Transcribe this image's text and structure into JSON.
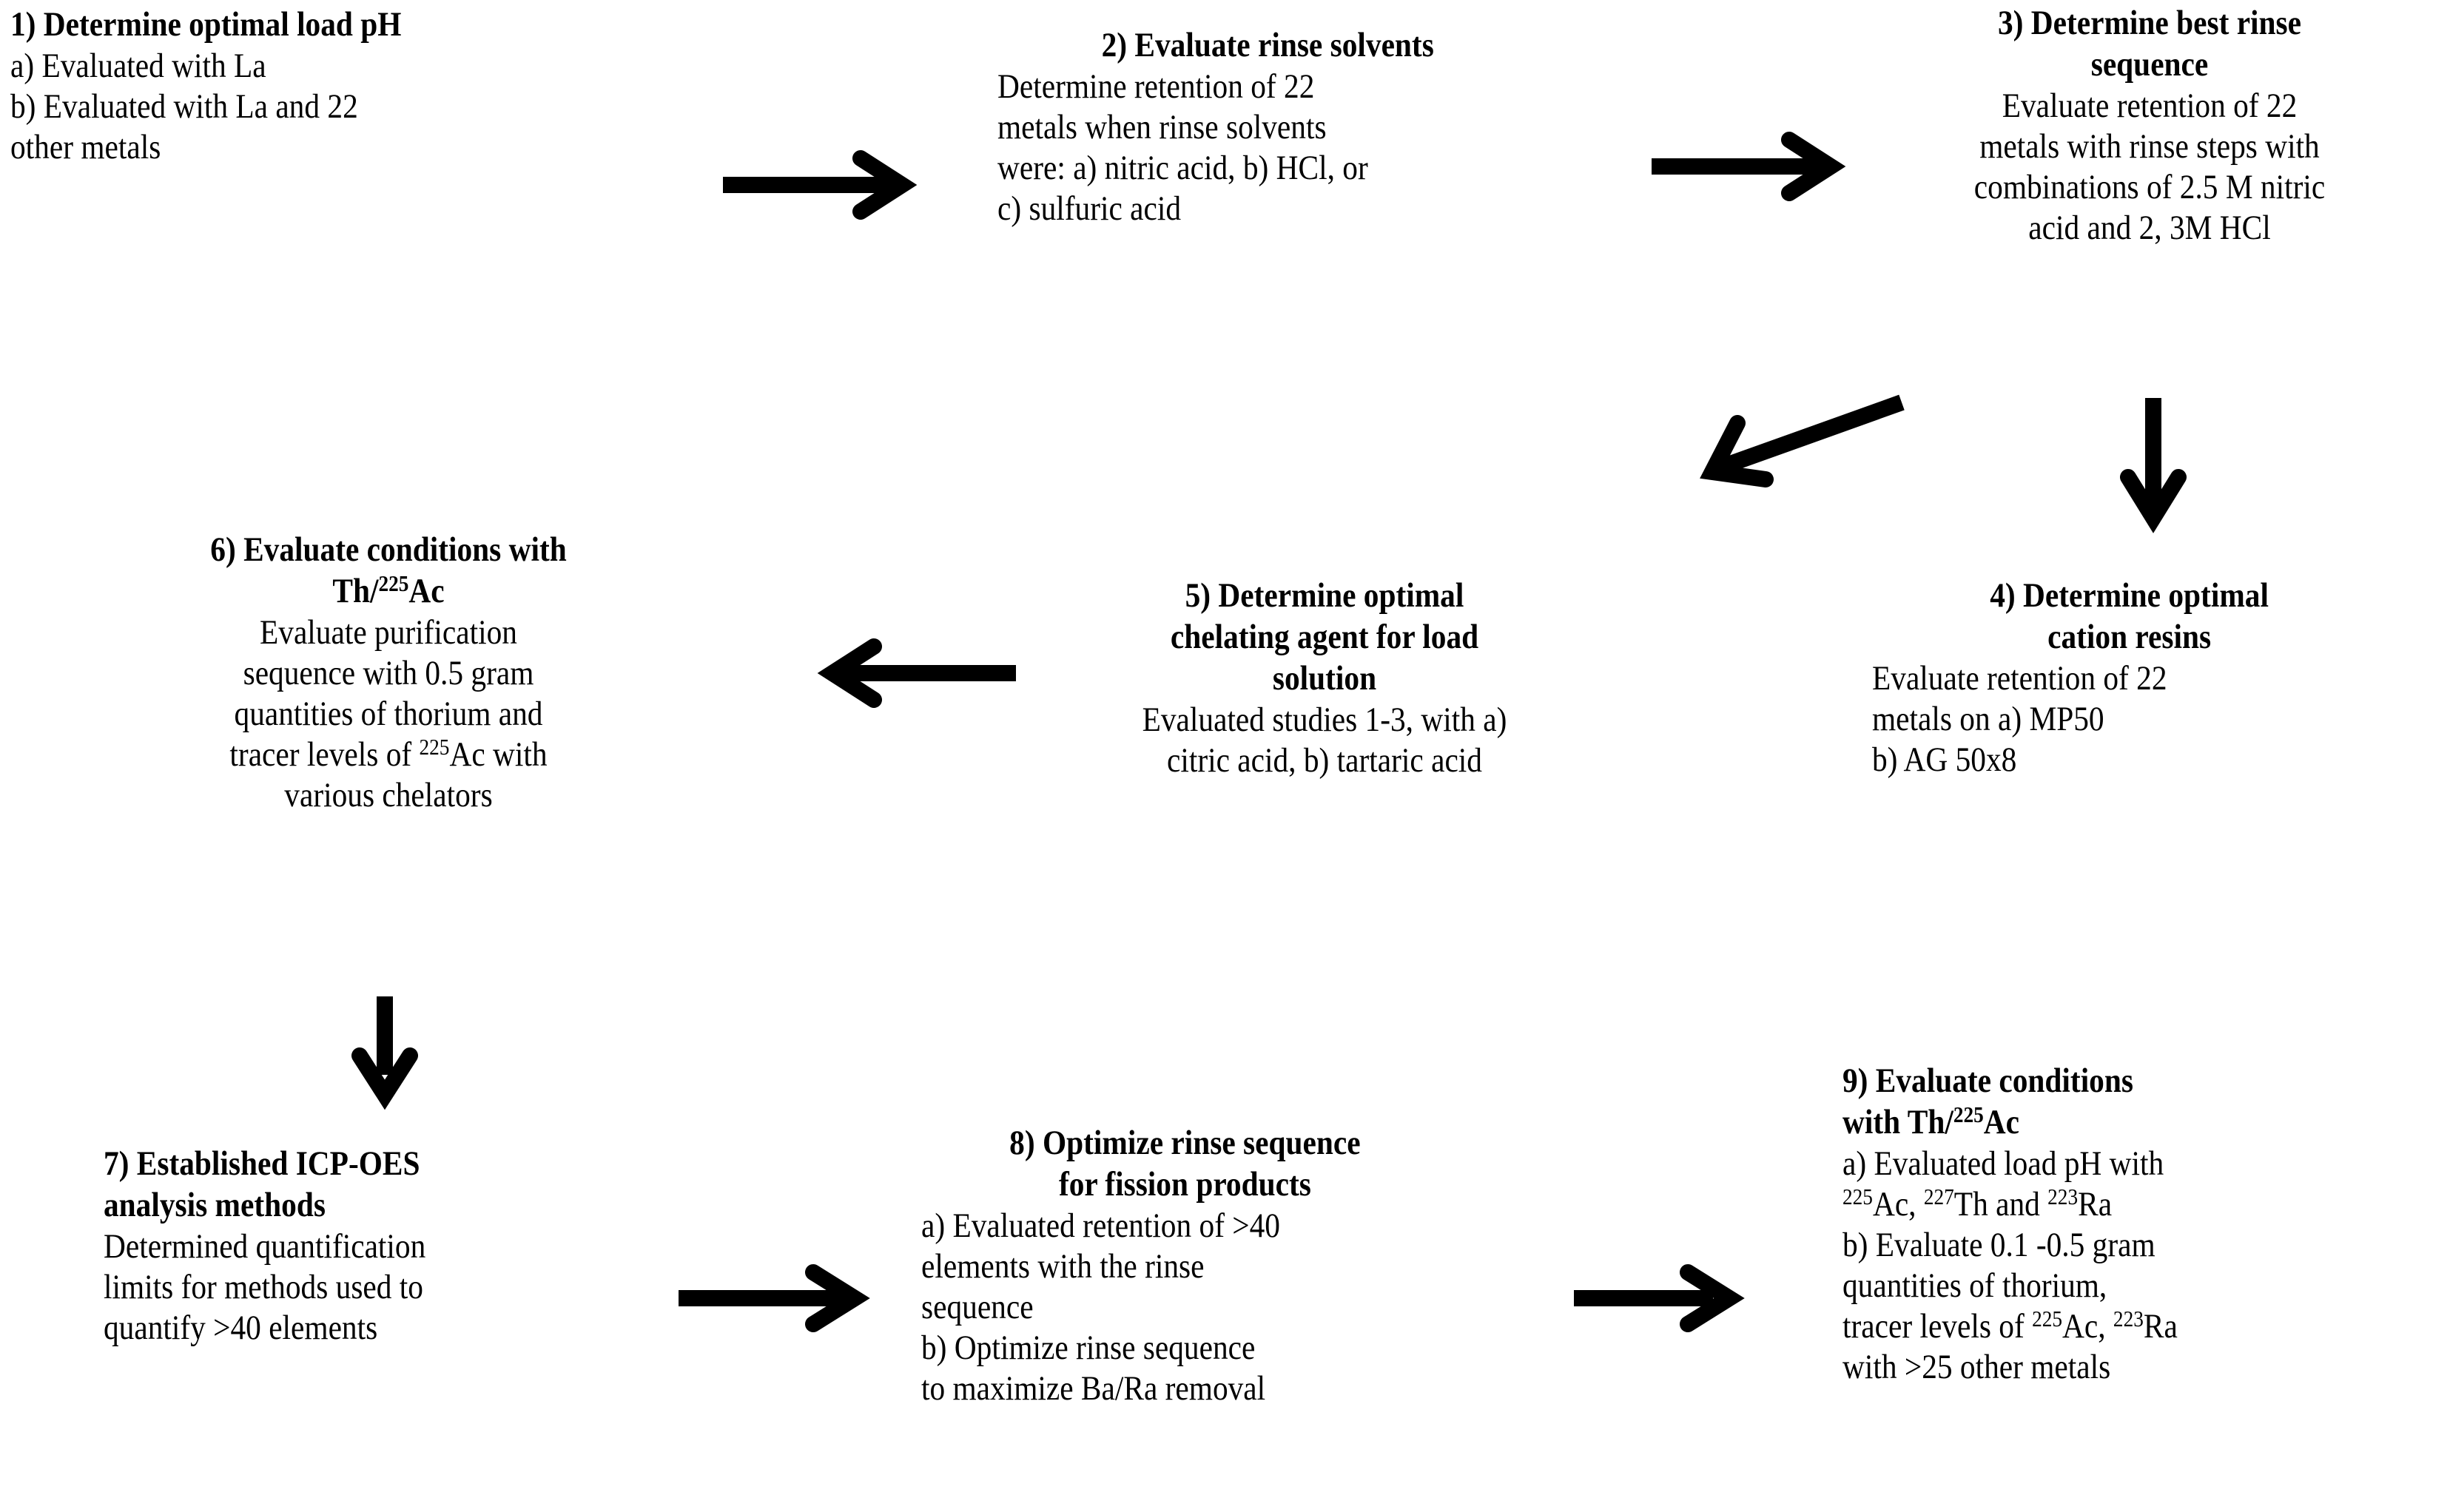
{
  "diagram": {
    "type": "flowchart",
    "title": "Nine-step experimental development sequence for thorium / actinium-225 purification",
    "background_color": "#ffffff",
    "text_color": "#000000",
    "arrow_color": "#000000",
    "nodes": [
      {
        "id": "step-1",
        "number": "1)",
        "title": "1) Determine optimal load pH",
        "align": "left",
        "lines": [
          "a) Evaluated with La",
          "b) Evaluated with La and 22",
          "other metals"
        ]
      },
      {
        "id": "step-2",
        "number": "2)",
        "title": "2) Evaluate rinse solvents",
        "align": "left",
        "lines": [
          "Determine retention of 22",
          "metals when rinse solvents",
          "were: a) nitric acid, b) HCl,  or",
          "c) sulfuric acid"
        ]
      },
      {
        "id": "step-3",
        "number": "3)",
        "title": "3) Determine best rinse sequence",
        "align": "center",
        "lines": [
          "Evaluate retention of 22",
          "metals with rinse steps with",
          "combinations of 2.5 M nitric",
          "acid and 2, 3M HCl"
        ]
      },
      {
        "id": "step-4",
        "number": "4)",
        "title": "4) Determine optimal cation resins",
        "align": "left",
        "lines": [
          "Evaluate retention of 22",
          "metals on a) MP50",
          "b) AG 50x8"
        ]
      },
      {
        "id": "step-5",
        "number": "5)",
        "title": "5) Determine optimal chelating agent for load solution",
        "align": "center",
        "lines": [
          "Evaluated studies 1-3, with a)",
          "citric acid, b) tartaric acid"
        ]
      },
      {
        "id": "step-6",
        "number": "6)",
        "title_html": "6) Evaluate conditions with Th/<sup>225</sup>Ac",
        "align": "center",
        "lines_html": [
          "Evaluate purification",
          "sequence with 0.5 gram",
          "quantities of thorium and",
          "tracer levels of <sup>225</sup>Ac with",
          "various chelators"
        ]
      },
      {
        "id": "step-7",
        "number": "7)",
        "title": "7) Established ICP-OES analysis methods",
        "align": "left",
        "lines": [
          "Determined quantification",
          "limits for methods used to",
          "quantify >40 elements"
        ]
      },
      {
        "id": "step-8",
        "number": "8)",
        "title": "8) Optimize rinse sequence for fission products",
        "align": "center",
        "lines": [
          "a) Evaluated retention of >40",
          "elements with the rinse",
          "sequence",
          "b)  Optimize rinse sequence",
          "to maximize Ba/Ra removal"
        ]
      },
      {
        "id": "step-9",
        "number": "9)",
        "title_html": "9) Evaluate conditions with Th/<sup>225</sup>Ac",
        "align": "left",
        "lines_html": [
          "a) Evaluated load pH with",
          "<sup>225</sup>Ac, <sup>227</sup>Th and <sup>223</sup>Ra",
          "b) Evaluate 0.1 -0.5 gram",
          "quantities of thorium,",
          "tracer levels of <sup>225</sup>Ac, <sup>223</sup>Ra",
          "with >25 other metals"
        ]
      }
    ],
    "edges": [
      {
        "id": "edge-1-2",
        "from": "step-1",
        "to": "step-2",
        "direction": "right"
      },
      {
        "id": "edge-2-3",
        "from": "step-2",
        "to": "step-3",
        "direction": "right"
      },
      {
        "id": "edge-3-4",
        "from": "step-3",
        "to": "step-4",
        "direction": "down"
      },
      {
        "id": "edge-3-5",
        "from": "step-3",
        "to": "step-5",
        "direction": "down-left-diagonal"
      },
      {
        "id": "edge-5-6",
        "from": "step-5",
        "to": "step-6",
        "direction": "left"
      },
      {
        "id": "edge-6-7",
        "from": "step-6",
        "to": "step-7",
        "direction": "down"
      },
      {
        "id": "edge-7-8",
        "from": "step-7",
        "to": "step-8",
        "direction": "right"
      },
      {
        "id": "edge-8-9",
        "from": "step-8",
        "to": "step-9",
        "direction": "right"
      }
    ]
  },
  "boxes": {
    "b1": {
      "title": "1) Determine optimal load pH",
      "l1": "a) Evaluated with La",
      "l2": "b) Evaluated with La and 22",
      "l3": "other metals"
    },
    "b2": {
      "title": "2) Evaluate rinse solvents",
      "l1": "Determine retention of 22",
      "l2": "metals when rinse solvents",
      "l3": "were: a) nitric acid, b) HCl,  or",
      "l4": "c) sulfuric acid"
    },
    "b3": {
      "title1": "3) Determine best rinse",
      "title2": "sequence",
      "l1": "Evaluate retention of 22",
      "l2": "metals with rinse steps with",
      "l3": "combinations of 2.5 M nitric",
      "l4": "acid and 2, 3M HCl"
    },
    "b4": {
      "title1": "4) Determine optimal",
      "title2": "cation resins",
      "l1": "Evaluate retention of 22",
      "l2": "metals on a) MP50",
      "l3": "b) AG 50x8"
    },
    "b5": {
      "title1": "5) Determine optimal",
      "title2": "chelating agent for load",
      "title3": "solution",
      "l1": "Evaluated studies 1-3, with a)",
      "l2": "citric acid, b) tartaric acid"
    },
    "b6": {
      "title1": "6) Evaluate conditions with",
      "title2_pre": "Th/",
      "title2_sup": "225",
      "title2_post": "Ac",
      "l1": "Evaluate purification",
      "l2": "sequence with 0.5 gram",
      "l3": "quantities of thorium and",
      "l4_pre": "tracer levels of ",
      "l4_sup": "225",
      "l4_post": "Ac with",
      "l5": "various chelators"
    },
    "b7": {
      "title1": "7) Established ICP-OES",
      "title2": "analysis methods",
      "l1": "Determined quantification",
      "l2": "limits for methods used to",
      "l3": "quantify >40 elements"
    },
    "b8": {
      "title1": "8) Optimize rinse sequence",
      "title2": "for fission products",
      "l1": "a) Evaluated retention of >40",
      "l2": "elements with the rinse",
      "l3": "sequence",
      "l4": "b)  Optimize rinse sequence",
      "l5": "to maximize Ba/Ra removal"
    },
    "b9": {
      "title1": "9) Evaluate conditions",
      "title2_pre": "with Th/",
      "title2_sup": "225",
      "title2_post": "Ac",
      "l1": "a) Evaluated load pH with",
      "l2_s1": "225",
      "l2_t1": "Ac, ",
      "l2_s2": "227",
      "l2_t2": "Th and ",
      "l2_s3": "223",
      "l2_t3": "Ra",
      "l3": "b) Evaluate 0.1 -0.5 gram",
      "l4": "quantities of thorium,",
      "l5_pre": "tracer levels of ",
      "l5_s1": "225",
      "l5_t1": "Ac, ",
      "l5_s2": "223",
      "l5_t2": "Ra",
      "l6": "with >25 other metals"
    }
  },
  "arrows": {
    "a12": "arrow-right",
    "a23": "arrow-right",
    "a34": "arrow-down",
    "a35": "arrow-diagonal-down-left",
    "a56": "arrow-left",
    "a67": "arrow-down",
    "a78": "arrow-right",
    "a89": "arrow-right"
  }
}
